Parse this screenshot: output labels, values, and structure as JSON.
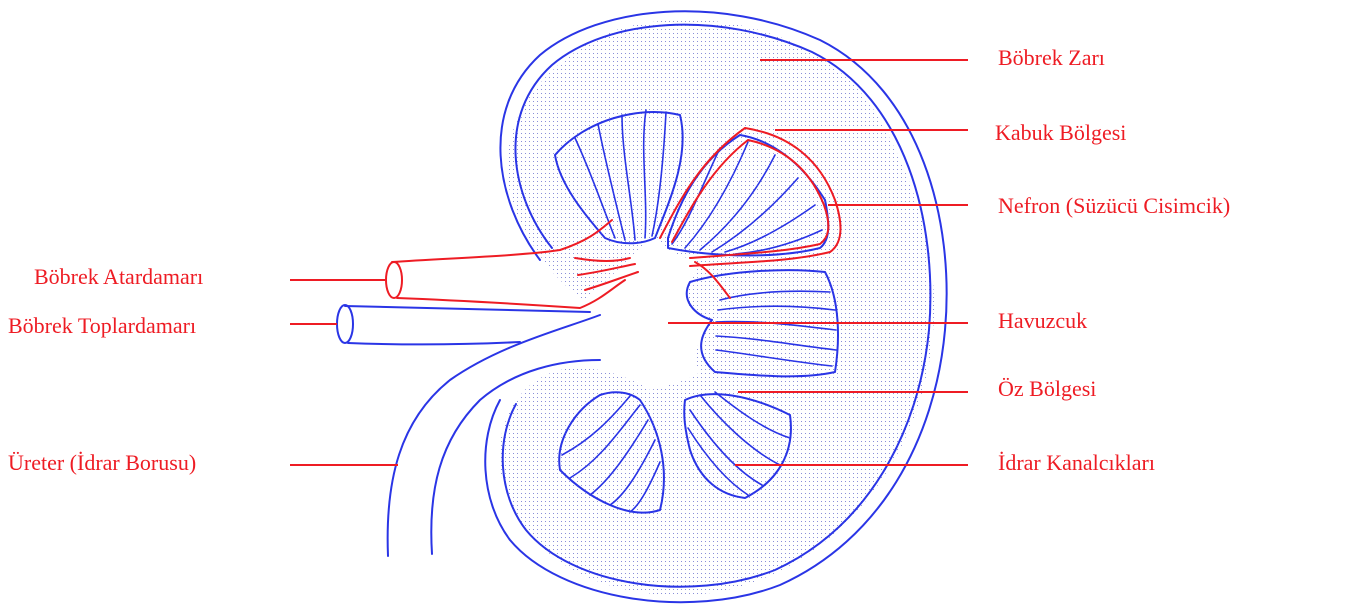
{
  "colors": {
    "label": "#ee1c24",
    "leader": "#ee1c24",
    "outline": "#2a35e6",
    "artery": "#ee1c24",
    "stipple": "#8a8fd8"
  },
  "labels": {
    "bobrek_zari": "Böbrek Zarı",
    "kabuk_bolgesi": "Kabuk Bölgesi",
    "nefron": "Nefron (Süzücü Cisimcik)",
    "havuzcuk": "Havuzcuk",
    "oz_bolgesi": "Öz Bölgesi",
    "idrar_kanalciklari": "İdrar Kanalcıkları",
    "bobrek_atardamari": "Böbrek Atardamarı",
    "bobrek_toplardamari": "Böbrek Toplardamarı",
    "ureter": "Üreter (İdrar Borusu)"
  }
}
